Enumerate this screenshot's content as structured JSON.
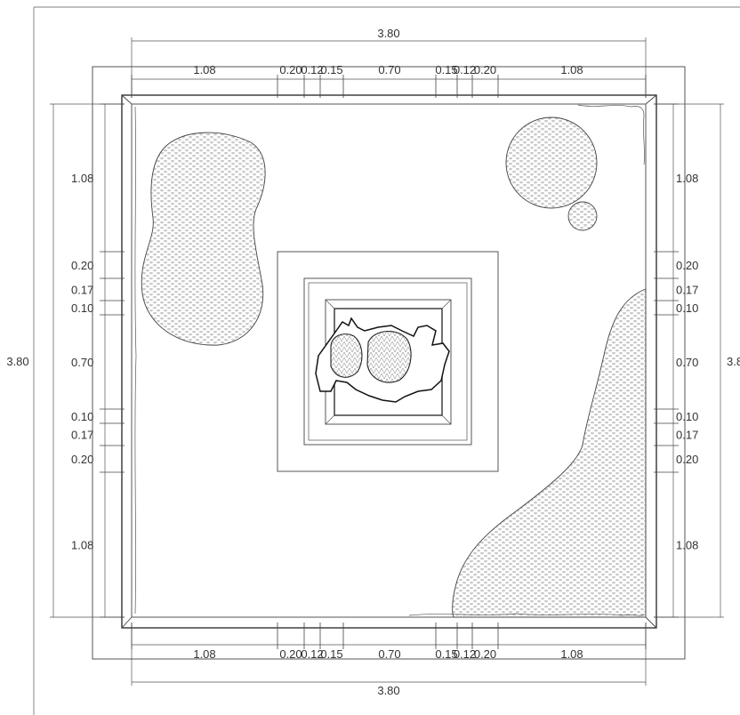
{
  "drawing": {
    "top_total": "3.80",
    "top_segments": [
      "1.08",
      "0.20",
      "0.12",
      "0.15",
      "0.70",
      "0.15",
      "0.12",
      "0.20",
      "1.08"
    ],
    "bottom_total": "3.80",
    "bottom_segments": [
      "1.08",
      "0.20",
      "0.12",
      "0.15",
      "0.70",
      "0.15",
      "0.12",
      "0.20",
      "1.08"
    ],
    "left_total": "3.80",
    "left_segments": [
      "1.08",
      "0.20",
      "0.17",
      "0.10",
      "0.70",
      "0.10",
      "0.17",
      "0.20",
      "1.08"
    ],
    "right_total": "3.8",
    "right_segments": [
      "1.08",
      "0.20",
      "0.17",
      "0.10",
      "0.70",
      "0.10",
      "0.17",
      "0.20",
      "1.08"
    ]
  }
}
